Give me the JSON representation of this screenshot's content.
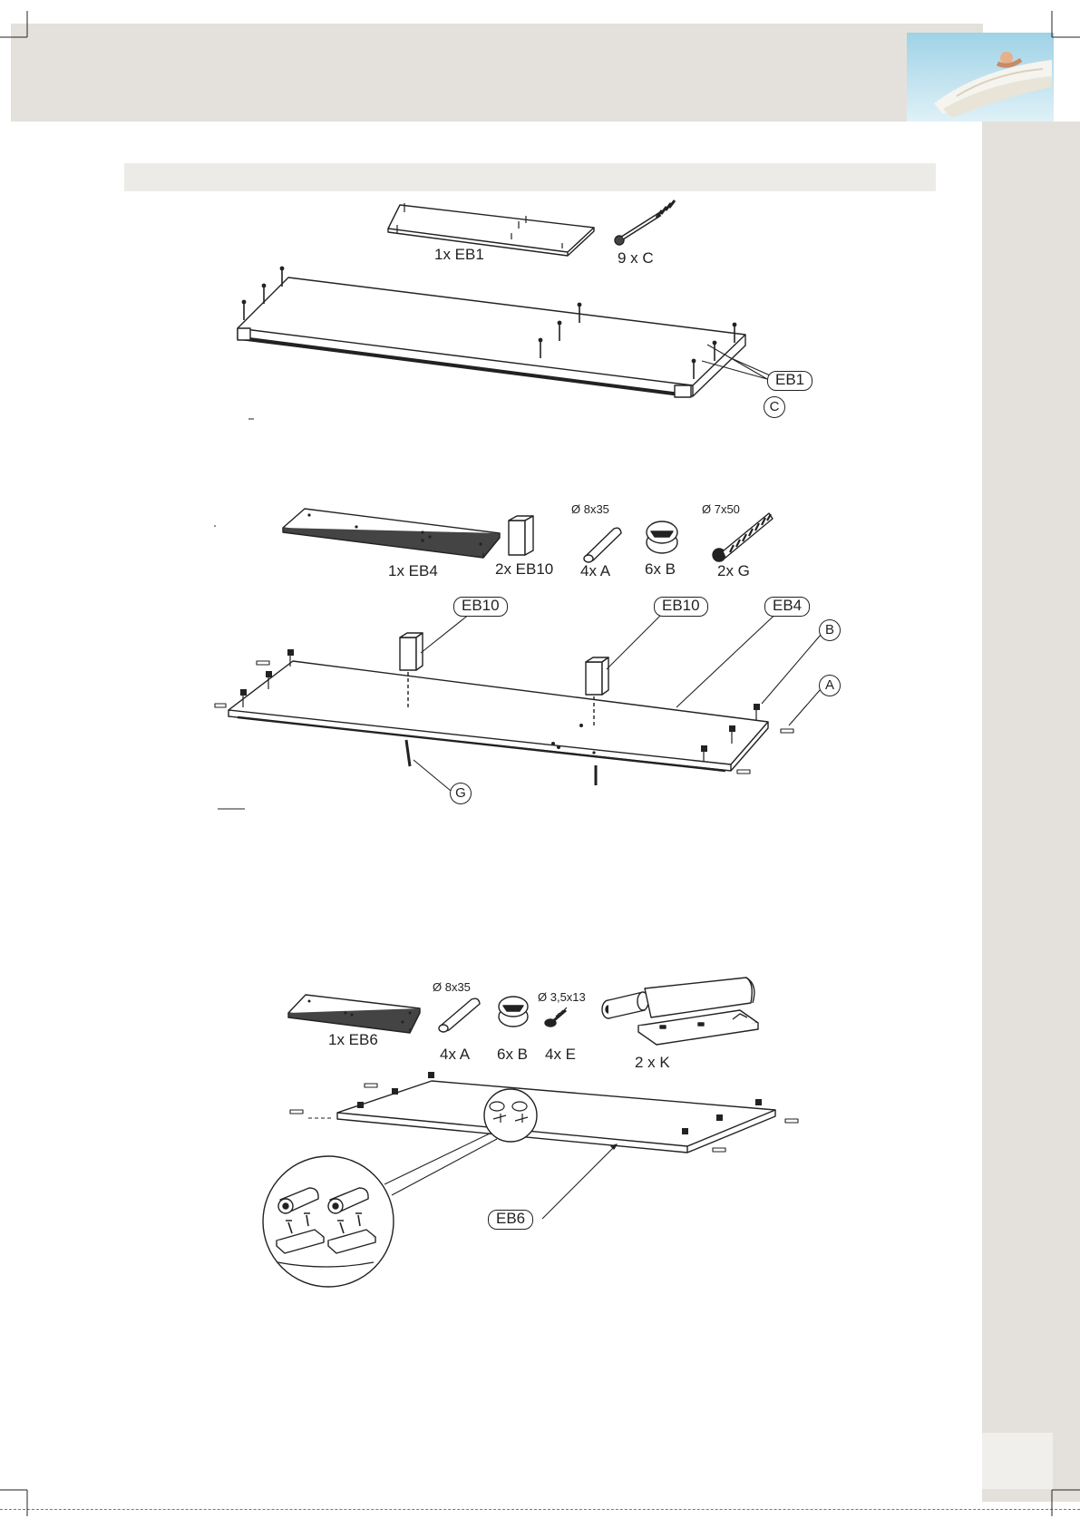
{
  "step1": {
    "part_label": "1x EB1",
    "hardware": [
      {
        "label": "9 x C"
      }
    ],
    "callout_panel": "EB1",
    "callout_fitting": "C"
  },
  "step2": {
    "part_label": "1x EB4",
    "hardware": [
      {
        "label": "2x EB10"
      },
      {
        "label": "4x A",
        "size": "Ø 8x35"
      },
      {
        "label": "6x B"
      },
      {
        "label": "2x G",
        "size": "Ø 7x50"
      }
    ],
    "callouts": [
      "EB10",
      "EB10",
      "EB4"
    ],
    "letters": [
      "B",
      "A",
      "G"
    ]
  },
  "step3": {
    "part_label": "1x EB6",
    "hardware": [
      {
        "label": "4x A",
        "size": "Ø 8x35"
      },
      {
        "label": "6x B"
      },
      {
        "label": "4x E",
        "size": "Ø 3,5x13"
      },
      {
        "label": "2 x K"
      }
    ],
    "callout_panel": "EB6"
  },
  "colors": {
    "header_band": "#e4e1dc",
    "section_bar": "#edebe7",
    "line": "#222222"
  }
}
